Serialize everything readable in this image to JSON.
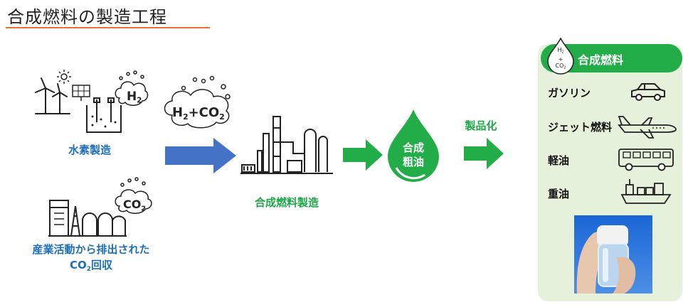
{
  "title": "合成燃料の製造工程",
  "hydrogen": {
    "label": "水素製造"
  },
  "h2_bubble": {
    "letter": "H",
    "sub": "2"
  },
  "mix_bubble": {
    "a": "H",
    "a_sub": "2",
    "plus": "+CO",
    "b_sub": "2"
  },
  "co2_bubble": {
    "text": "CO",
    "sub": "2"
  },
  "industry": {
    "line1": "産業活動から排出された",
    "line2_text": "CO",
    "line2_sub": "2",
    "line2_rest": "回収"
  },
  "synthesis": {
    "label": "合成燃料製造"
  },
  "crude": {
    "line1": "合成",
    "line2": "粗油"
  },
  "productize": {
    "label": "製品化"
  },
  "panel": {
    "header": "合成燃料",
    "drop_h": "H",
    "drop_h_sub": "2",
    "drop_plus": "+",
    "drop_co": "CO",
    "drop_co_sub": "2",
    "items": [
      {
        "label": "ガソリン",
        "icon": "car-icon"
      },
      {
        "label": "ジェット燃料",
        "icon": "airplane-icon"
      },
      {
        "label": "軽油",
        "icon": "bus-icon"
      },
      {
        "label": "重油",
        "icon": "ship-icon"
      }
    ]
  },
  "colors": {
    "green": "#22ad49",
    "blue_arrow": "#4472c4",
    "blue_text": "#1f6fb8",
    "accent_rule": "#e8703a",
    "panel_bg": "#e6f1dc"
  }
}
